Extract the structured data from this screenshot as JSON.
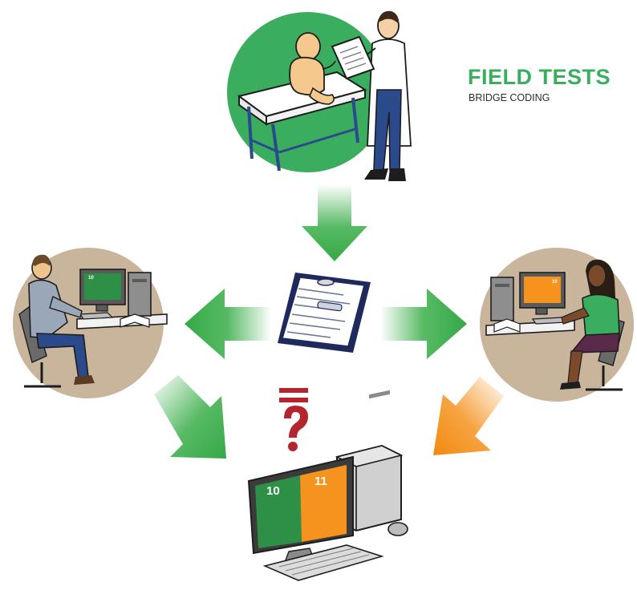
{
  "header": {
    "title": "FIELD TESTS",
    "subtitle": "BRIDGE CODING"
  },
  "final_computer": {
    "left_code": "10",
    "right_code": "11",
    "compare_symbol": "=",
    "question_mark": "?"
  },
  "coder_left": {
    "screen_code": "10"
  },
  "coder_right": {
    "screen_code": "10"
  },
  "colors": {
    "brand_green": "#3aae5e",
    "coder_left_green": "#2e8f46",
    "coder_right_orange": "#f4931e",
    "question_red": "#b3262e",
    "circle_tan": "#c9b49c"
  }
}
